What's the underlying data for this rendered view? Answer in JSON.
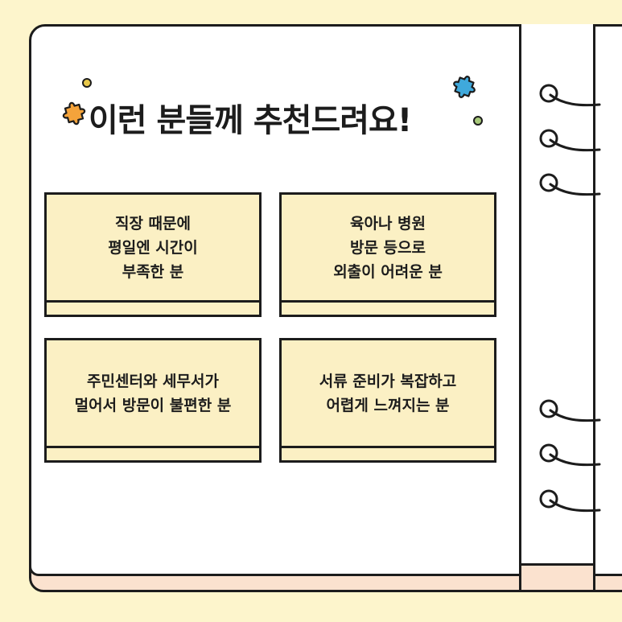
{
  "title": "이런 분들께 추천드려요!",
  "colors": {
    "background": "#fdf5cc",
    "page": "#ffffff",
    "card": "#fbf0c4",
    "right_page": "#fbe2cf",
    "outline": "#1c1c1c",
    "puzzle_left": "#f4a33b",
    "puzzle_right": "#3fa9dc",
    "dot_left": "#e8c84a",
    "dot_right": "#a8c97a"
  },
  "cards": [
    {
      "text": "직장 때문에\n평일엔 시간이\n부족한 분"
    },
    {
      "text": "육아나 병원\n방문 등으로\n외출이 어려운 분"
    },
    {
      "text": "주민센터와 세무서가\n멀어서 방문이 불편한 분"
    },
    {
      "text": "서류 준비가 복잡하고\n어렵게 느껴지는 분"
    }
  ]
}
